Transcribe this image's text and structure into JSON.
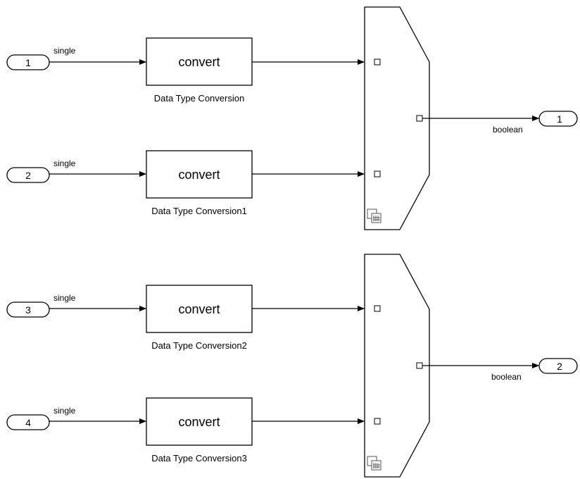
{
  "inports": [
    {
      "number": "1"
    },
    {
      "number": "2"
    },
    {
      "number": "3"
    },
    {
      "number": "4"
    }
  ],
  "outports": [
    {
      "number": "1"
    },
    {
      "number": "2"
    }
  ],
  "conversion_blocks": [
    {
      "text": "convert",
      "name": "Data Type Conversion"
    },
    {
      "text": "convert",
      "name": "Data Type Conversion1"
    },
    {
      "text": "convert",
      "name": "Data Type Conversion2"
    },
    {
      "text": "convert",
      "name": "Data Type Conversion3"
    }
  ],
  "signals": {
    "input_type": "single",
    "output_type": "boolean"
  },
  "subsystem_icon": "subsystem-reference-icon"
}
